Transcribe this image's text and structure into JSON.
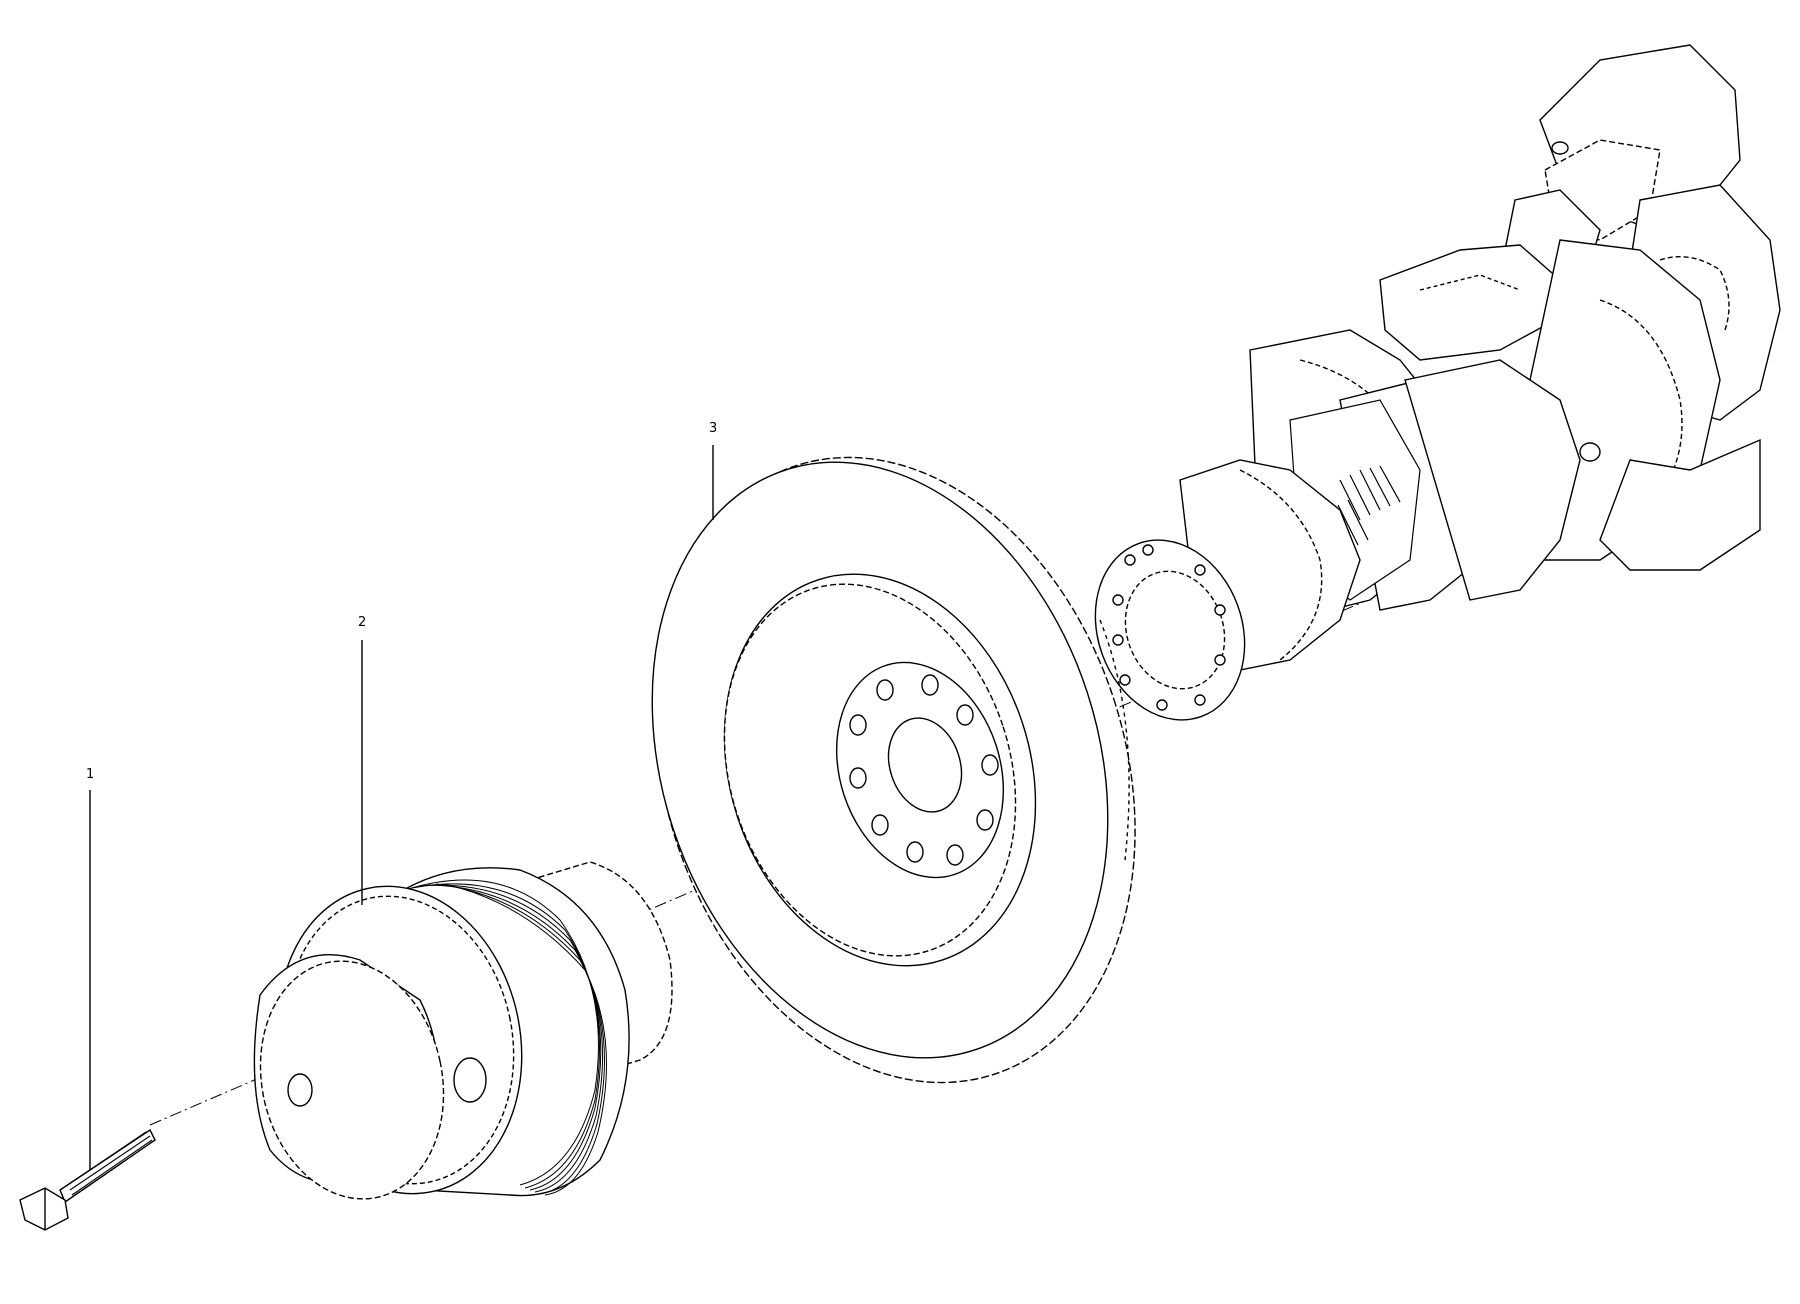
{
  "diagram": {
    "callouts": [
      {
        "id": "callout-1",
        "label": "1",
        "part": "bolt"
      },
      {
        "id": "callout-2",
        "label": "2",
        "part": "pulley"
      },
      {
        "id": "callout-3",
        "label": "3",
        "part": "vibration-damper"
      }
    ],
    "parts": [
      "bolt",
      "pulley",
      "vibration-damper",
      "crankshaft"
    ],
    "line_color": "#000000",
    "background": "#ffffff"
  }
}
